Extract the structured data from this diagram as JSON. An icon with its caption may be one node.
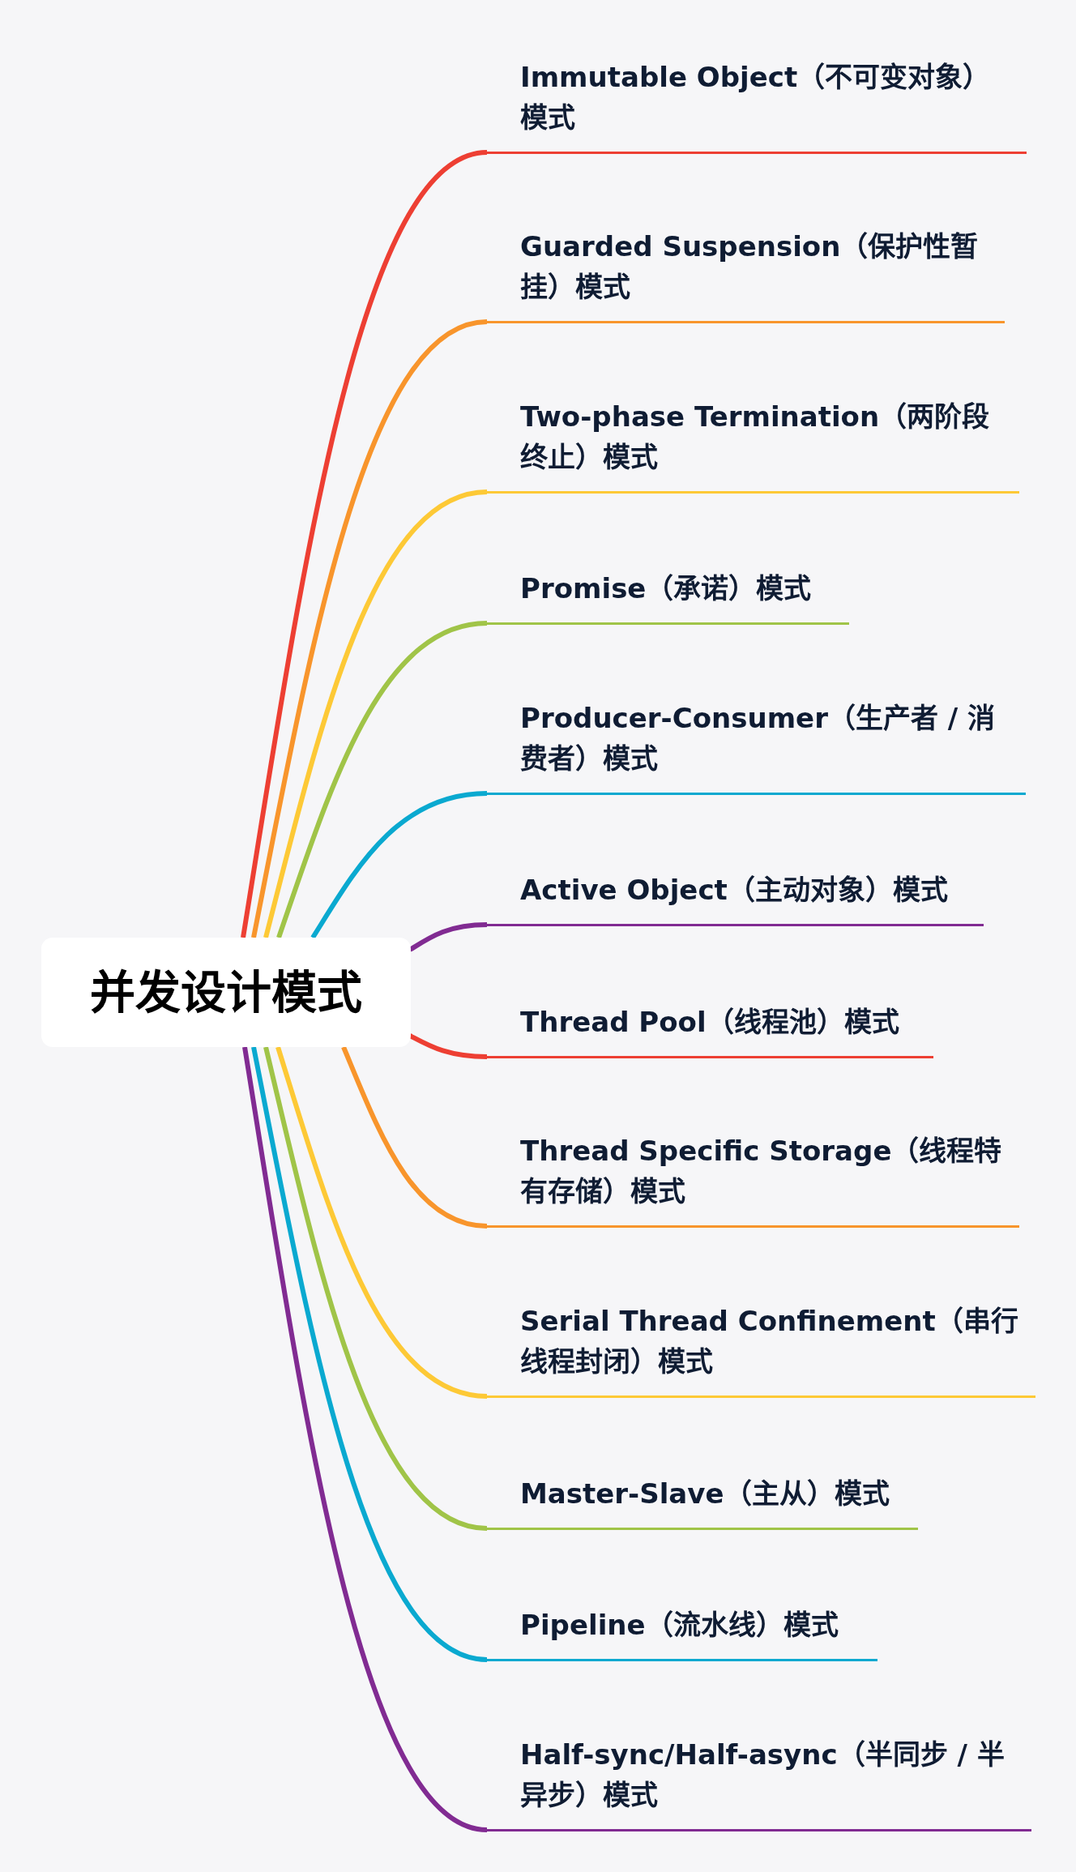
{
  "diagram": {
    "nodes": [
      {
        "text": [
          "并发设计模式"
        ]
      },
      {
        "text": [
          "Immutable Object（不可变对象）模式"
        ]
      },
      {
        "text": [
          "Guarded Suspension（保护性暂挂）模式"
        ]
      },
      {
        "text": [
          "Two-phase Termination（两阶段终止）模式"
        ]
      },
      {
        "text": [
          "Promise（承诺）模式"
        ]
      },
      {
        "text": [
          "Producer-Consumer（生产者 / 消费者）模式"
        ]
      },
      {
        "text": [
          "Active Object（主动对象）模式"
        ]
      },
      {
        "text": [
          "Thread Pool（线程池）模式"
        ]
      },
      {
        "text": [
          "Thread Specific Storage（线程特有存储）模式"
        ]
      },
      {
        "text": [
          "Serial Thread Confinement（串行线程封闭）模式"
        ]
      },
      {
        "text": [
          "Master-Slave（主从）模式"
        ]
      },
      {
        "text": [
          "Pipeline（流水线）模式"
        ]
      },
      {
        "text": [
          "Half-sync/Half-async（半同步 / 半异步）模式"
        ]
      }
    ],
    "edges": [
      {
        "from": 0,
        "to": 1,
        "arrow": "none",
        "color": "#ed3f33"
      },
      {
        "from": 0,
        "to": 2,
        "arrow": "none",
        "color": "#f8952c"
      },
      {
        "from": 0,
        "to": 3,
        "arrow": "none",
        "color": "#fdc936"
      },
      {
        "from": 0,
        "to": 4,
        "arrow": "none",
        "color": "#a0c448"
      },
      {
        "from": 0,
        "to": 5,
        "arrow": "none",
        "color": "#0aa9d0"
      },
      {
        "from": 0,
        "to": 6,
        "arrow": "none",
        "color": "#812b92"
      },
      {
        "from": 0,
        "to": 7,
        "arrow": "none",
        "color": "#ed3f33"
      },
      {
        "from": 0,
        "to": 8,
        "arrow": "none",
        "color": "#f8952c"
      },
      {
        "from": 0,
        "to": 9,
        "arrow": "none",
        "color": "#fdc936"
      },
      {
        "from": 0,
        "to": 10,
        "arrow": "none",
        "color": "#a0c448"
      },
      {
        "from": 0,
        "to": 11,
        "arrow": "none",
        "color": "#0aa9d0"
      },
      {
        "from": 0,
        "to": 12,
        "arrow": "none",
        "color": "#812b92"
      }
    ]
  }
}
